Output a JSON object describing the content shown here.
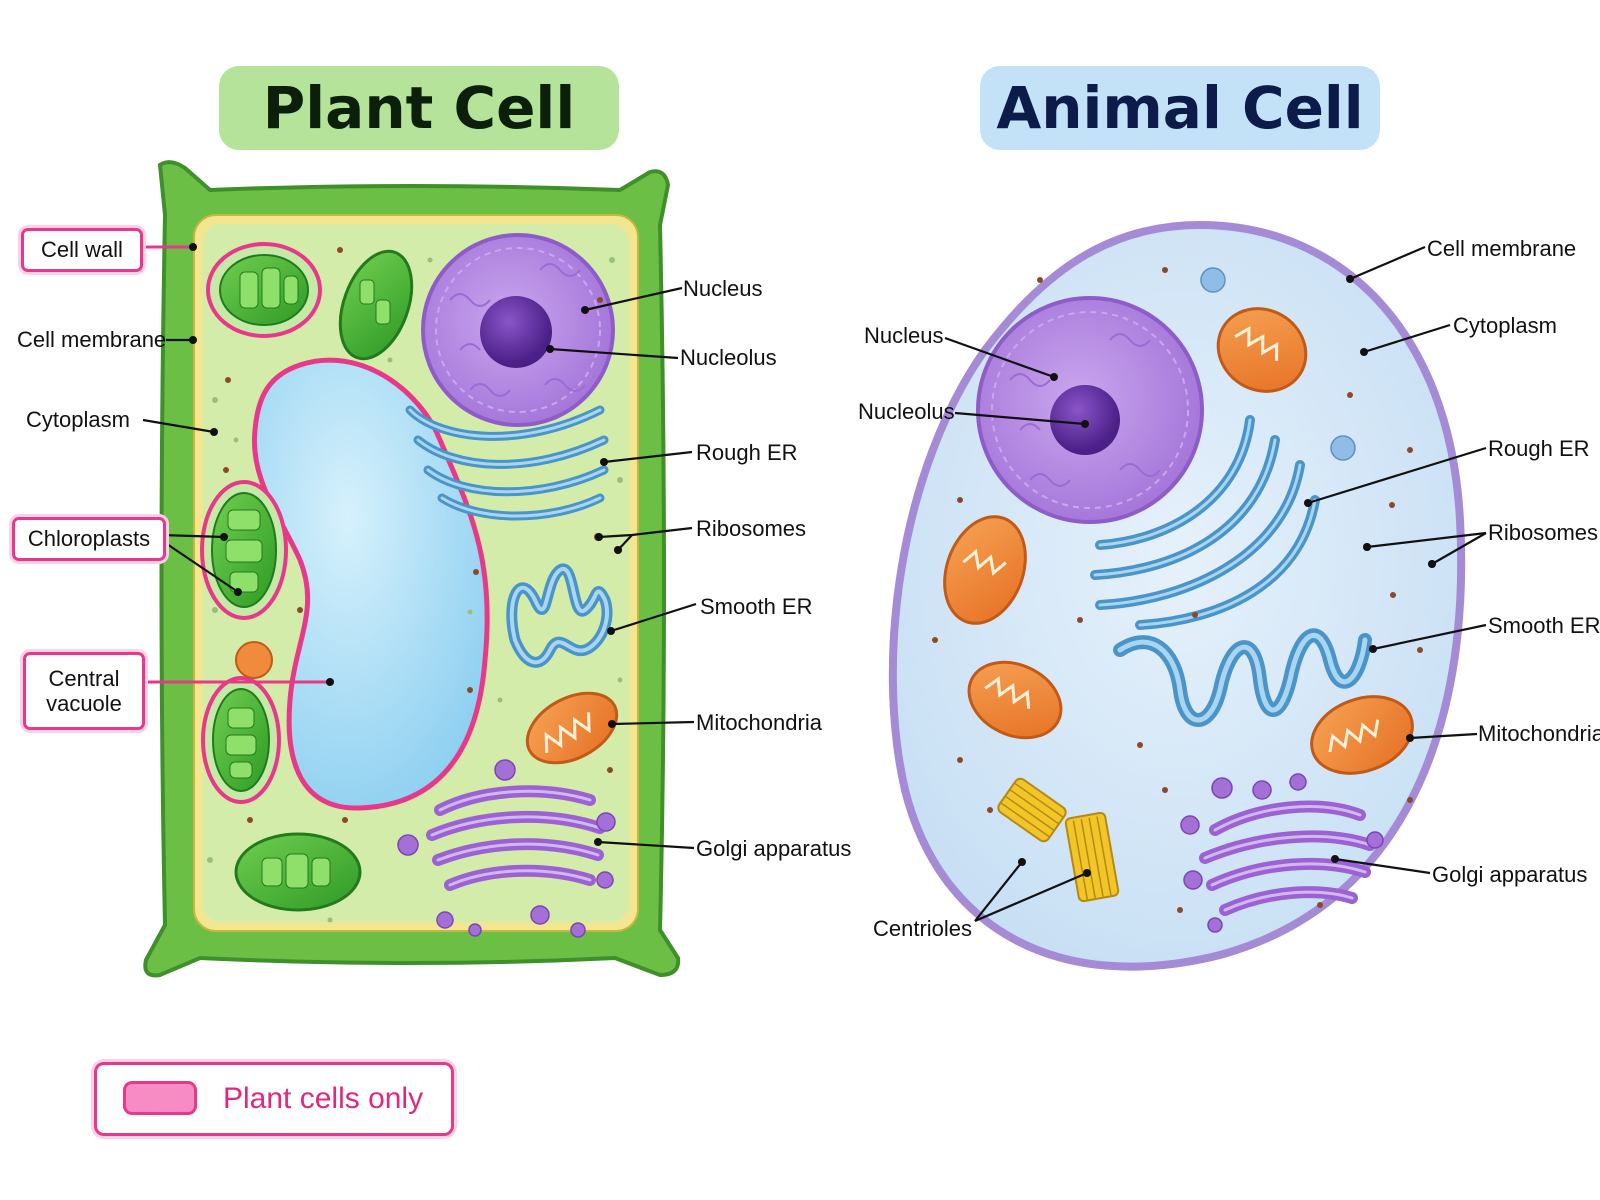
{
  "plant": {
    "title": "Plant Cell",
    "labels": {
      "cell_wall": "Cell wall",
      "cell_membrane": "Cell membrane",
      "cytoplasm": "Cytoplasm",
      "chloroplasts": "Chloroplasts",
      "central_vacuole_line1": "Central",
      "central_vacuole_line2": "vacuole",
      "nucleus": "Nucleus",
      "nucleolus": "Nucleolus",
      "rough_er": "Rough ER",
      "ribosomes": "Ribosomes",
      "smooth_er": "Smooth ER",
      "mitochondria": "Mitochondria",
      "golgi": "Golgi apparatus"
    }
  },
  "animal": {
    "title": "Animal Cell",
    "labels": {
      "cell_membrane": "Cell membrane",
      "cytoplasm": "Cytoplasm",
      "nucleus": "Nucleus",
      "nucleolus": "Nucleolus",
      "rough_er": "Rough ER",
      "ribosomes": "Ribosomes",
      "smooth_er": "Smooth ER",
      "mitochondria": "Mitochondria",
      "golgi": "Golgi apparatus",
      "centrioles": "Centrioles"
    }
  },
  "legend": {
    "label": "Plant cells only",
    "swatch_color": "#f78bc4",
    "border_color": "#e8388a"
  },
  "colors": {
    "cell_wall": "#5cad3a",
    "plant_cytoplasm": "#cfeaa0",
    "vacuole": "#a7dcf5",
    "nucleus": "#b88be0",
    "nucleolus": "#5b2a9a",
    "rough_er": "#5fa8d6",
    "mitochondria": "#f08a3c",
    "golgi": "#a46fd6",
    "chloroplast": "#4fb83a",
    "animal_cytoplasm": "#d6e9f8",
    "animal_membrane": "#a58ad6",
    "centriole": "#f2c628",
    "highlight": "#e8388a"
  }
}
